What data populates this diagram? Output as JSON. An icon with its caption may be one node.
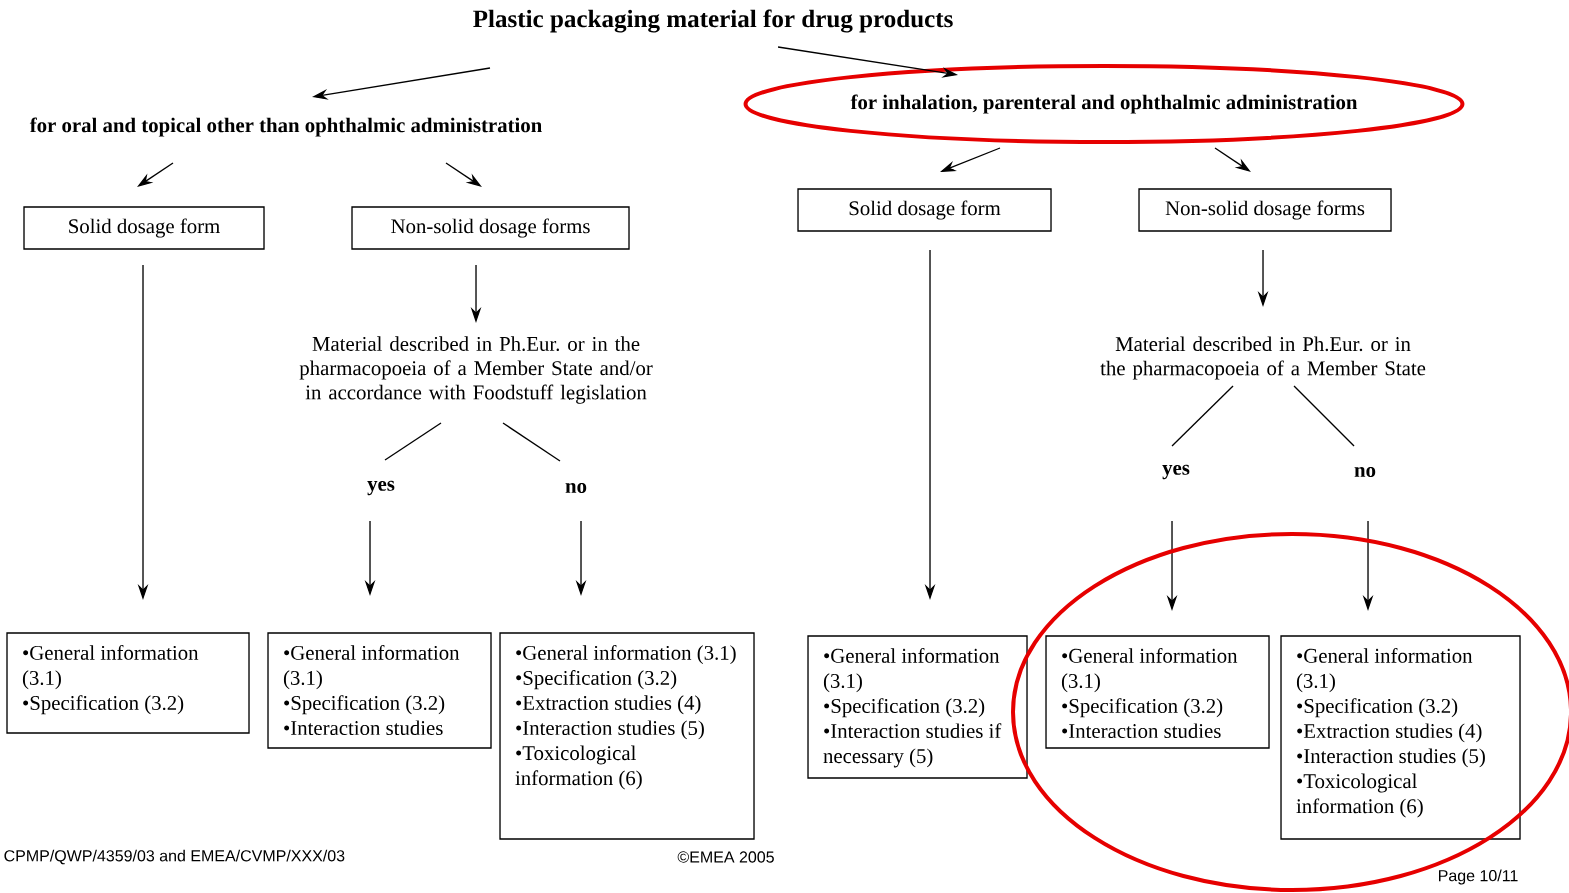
{
  "diagram": {
    "nodes": [
      {
        "text": [
          "Plastic packaging material for drug products"
        ]
      },
      {
        "text": [
          "for oral and topical other than ophthalmic administration"
        ]
      },
      {
        "text": [
          "for inhalation, parenteral and ophthalmic administration"
        ]
      },
      {
        "text": [
          "Solid dosage form"
        ]
      },
      {
        "text": [
          "Non-solid dosage forms"
        ]
      },
      {
        "text": [
          "Material described in Ph.Eur. or in the pharmacopoeia of a Member State and/or in accordance with Foodstuff legislation"
        ]
      },
      {
        "text": [
          "yes"
        ]
      },
      {
        "text": [
          "no"
        ]
      },
      {
        "text": [
          "•General information (3.1)",
          "•Specification (3.2)"
        ]
      },
      {
        "text": [
          "•General information (3.1)",
          "•Specification (3.2)",
          "•Interaction studies"
        ]
      },
      {
        "text": [
          "•General information (3.1)",
          "•Specification (3.2)",
          "•Extraction studies (4)",
          "•Interaction studies (5)",
          "•Toxicological information (6)"
        ]
      },
      {
        "text": [
          "Solid dosage form"
        ]
      },
      {
        "text": [
          "Non-solid dosage forms"
        ]
      },
      {
        "text": [
          "Material described in Ph.Eur. or in the pharmacopoeia of a Member State"
        ]
      },
      {
        "text": [
          "yes"
        ]
      },
      {
        "text": [
          "no"
        ]
      },
      {
        "text": [
          "•General information (3.1)",
          "•Specification (3.2)",
          "•Interaction studies if necessary (5)"
        ]
      },
      {
        "text": [
          "•General information (3.1)",
          "•Specification (3.2)",
          "•Interaction studies"
        ]
      },
      {
        "text": [
          "•General information (3.1)",
          "•Specification (3.2)",
          "•Extraction studies (4)",
          "•Interaction studies (5)",
          "•Toxicological information (6)"
        ]
      }
    ],
    "edges": [
      {
        "from": 0,
        "to": 1,
        "arrow": "to"
      },
      {
        "from": 0,
        "to": 2,
        "arrow": "to"
      },
      {
        "from": 1,
        "to": 3,
        "arrow": "to"
      },
      {
        "from": 1,
        "to": 4,
        "arrow": "to"
      },
      {
        "from": 4,
        "to": 5,
        "arrow": "to"
      },
      {
        "from": 5,
        "to": 6,
        "arrow": "none"
      },
      {
        "from": 5,
        "to": 7,
        "arrow": "none"
      },
      {
        "from": 6,
        "to": 9,
        "arrow": "to"
      },
      {
        "from": 7,
        "to": 10,
        "arrow": "to"
      },
      {
        "from": 3,
        "to": 8,
        "arrow": "to"
      },
      {
        "from": 2,
        "to": 11,
        "arrow": "to"
      },
      {
        "from": 2,
        "to": 12,
        "arrow": "to"
      },
      {
        "from": 11,
        "to": 16,
        "arrow": "to"
      },
      {
        "from": 12,
        "to": 13,
        "arrow": "to"
      },
      {
        "from": 13,
        "to": 14,
        "arrow": "none"
      },
      {
        "from": 13,
        "to": 15,
        "arrow": "none"
      },
      {
        "from": 14,
        "to": 17,
        "arrow": "to"
      },
      {
        "from": 15,
        "to": 18,
        "arrow": "to"
      }
    ],
    "labels": [
      "CPMP/QWP/4359/03 and EMEA/CVMP/XXX/03",
      "©EMEA 2005",
      "Page 10/11"
    ]
  }
}
